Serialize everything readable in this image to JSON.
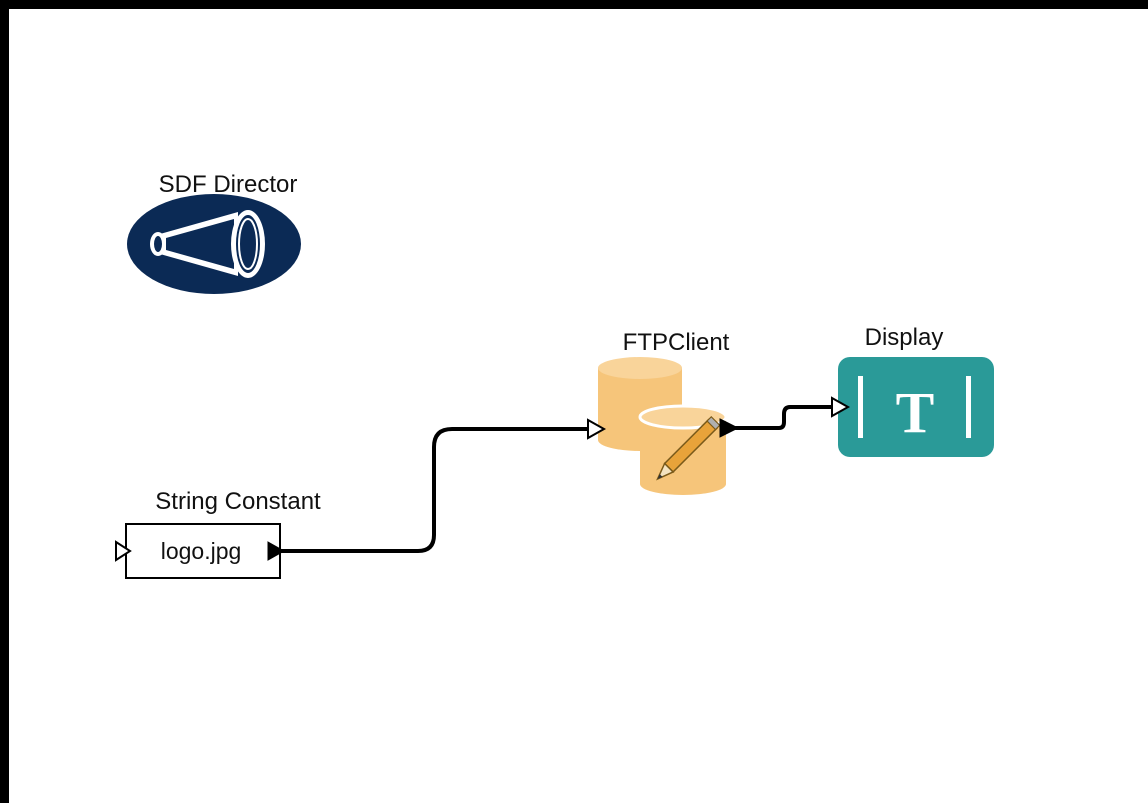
{
  "director": {
    "label": "SDF Director",
    "icon": "megaphone-icon",
    "color": "#0b2a55"
  },
  "actors": {
    "string_constant": {
      "label": "String Constant",
      "value": "logo.jpg"
    },
    "ftp_client": {
      "label": "FTPClient",
      "icon": "database-pencil-icon",
      "color": "#f6c57a"
    },
    "display": {
      "label": "Display",
      "glyph": "T",
      "icon": "text-display-icon",
      "color": "#2a9a98"
    }
  },
  "connections": [
    {
      "from": "string-constant-output-port",
      "to": "ftpclient-input-port"
    },
    {
      "from": "ftpclient-output-port",
      "to": "display-input-port"
    }
  ]
}
